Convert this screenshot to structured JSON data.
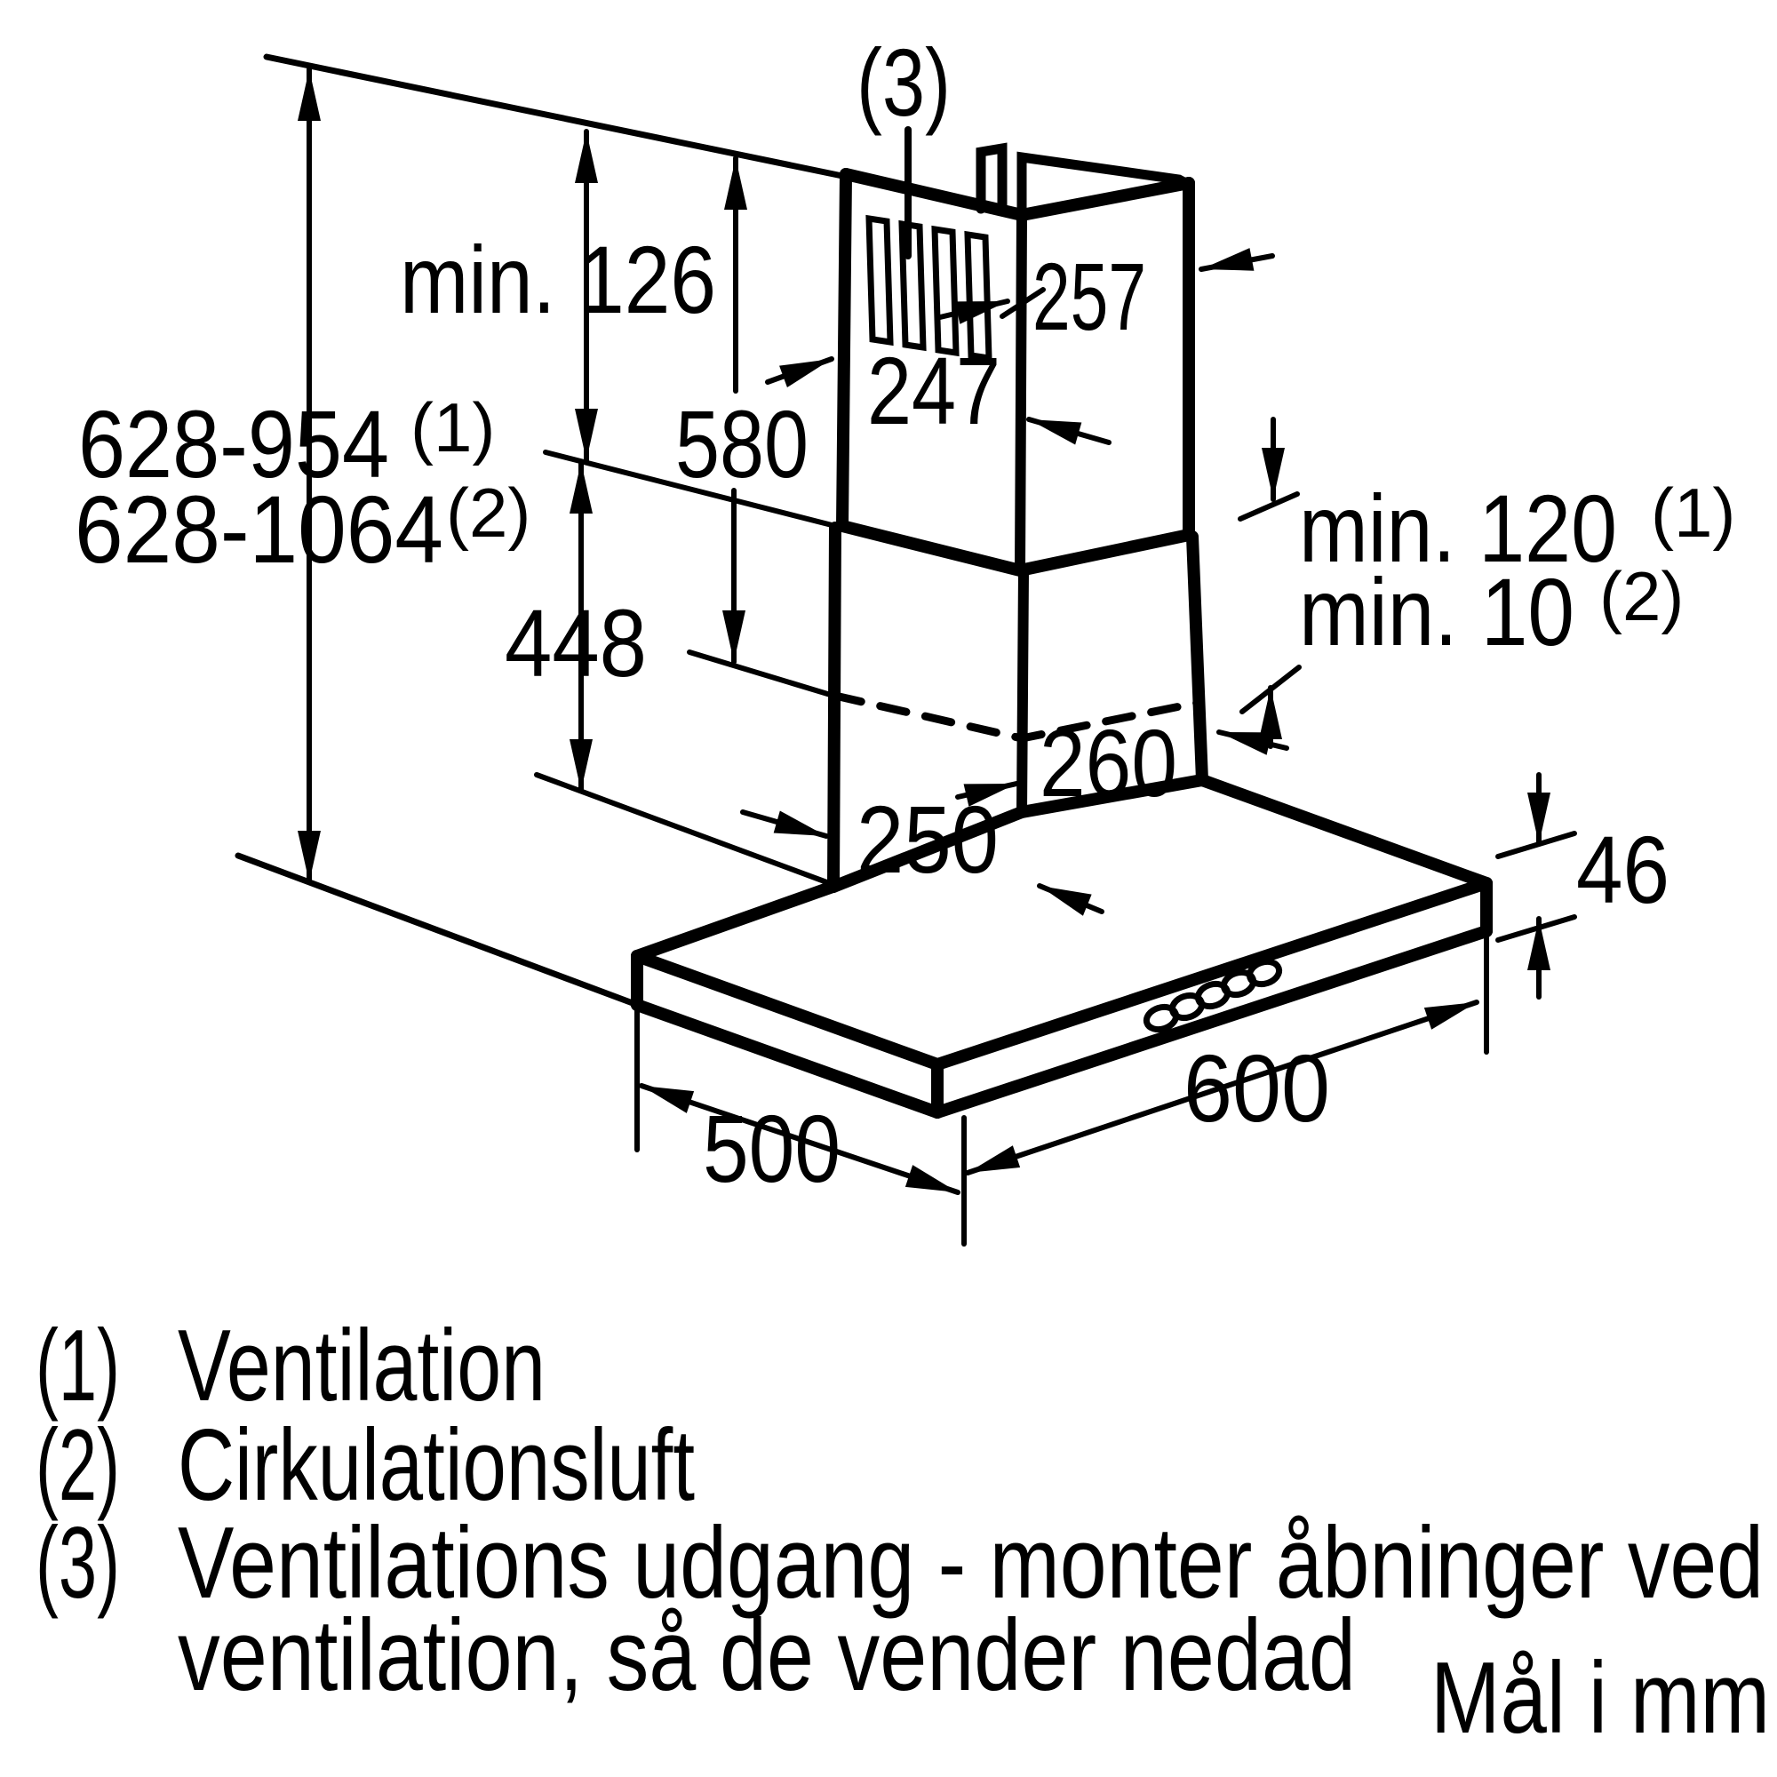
{
  "diagram": {
    "colors": {
      "line": "#000000",
      "background": "#ffffff"
    },
    "dimensions": {
      "total_height_ventilation": "628-954",
      "total_height_ventilation_note": "(1)",
      "total_height_recirculation": "628-1064",
      "total_height_recirculation_note": "(2)",
      "min_ceiling_clearance": "min. 126",
      "upper_flue_height": "580",
      "lower_flue_height": "448",
      "flue_depth_top": "257",
      "flue_width_top": "247",
      "vent_outlet_ref": "(3)",
      "min_overlap_ventilation": "min. 120",
      "min_overlap_ventilation_note": "(1)",
      "min_overlap_recirculation": "min. 10",
      "min_overlap_recirculation_note": "(2)",
      "lower_flue_depth": "260",
      "lower_flue_width": "250",
      "canopy_thickness": "46",
      "canopy_width": "600",
      "canopy_depth": "500"
    },
    "legend": [
      {
        "num": "(1)",
        "text": "Ventilation"
      },
      {
        "num": "(2)",
        "text": "Cirkulationsluft"
      },
      {
        "num": "(3)",
        "text": "Ventilations udgang - monter åbninger ved",
        "text_cont": "ventilation, så de vender nedad"
      }
    ],
    "units_note": "Mål i mm"
  }
}
